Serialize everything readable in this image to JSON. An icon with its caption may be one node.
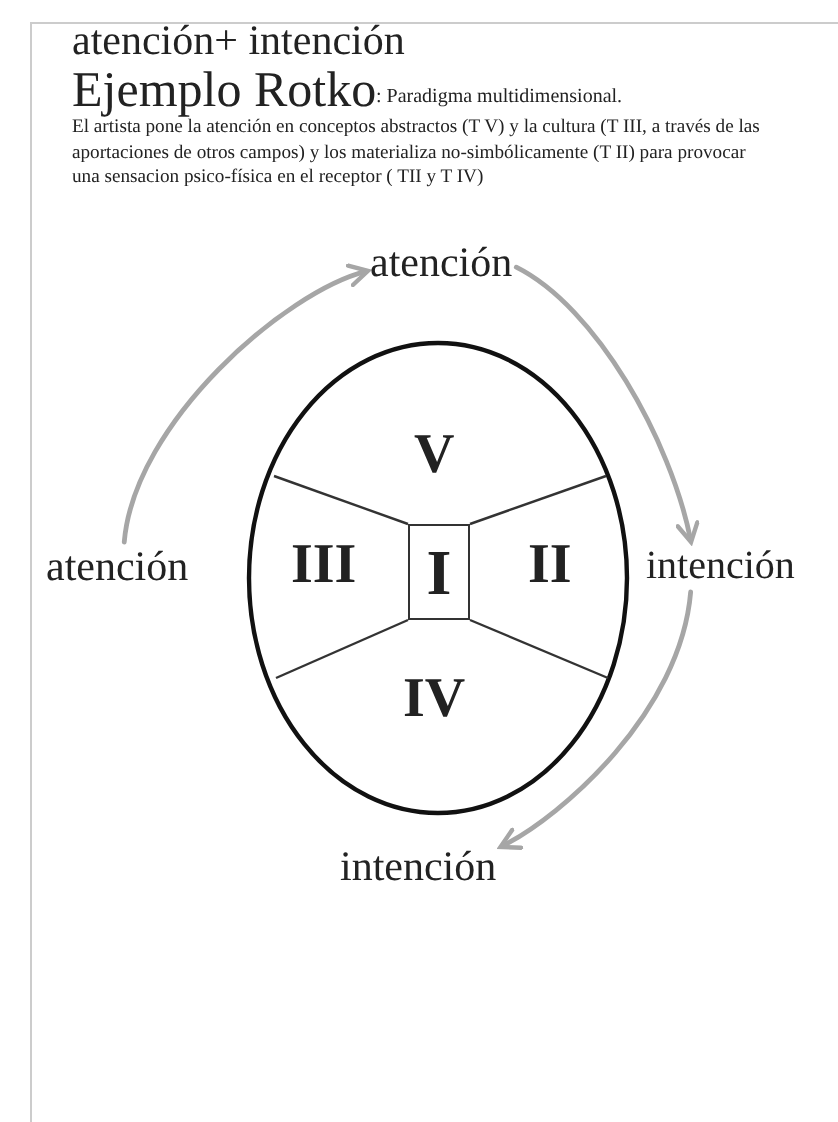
{
  "diagram": {
    "title": "atención+ intención",
    "nodes": [
      {
        "text": [
          "atención"
        ]
      },
      {
        "text": [
          "atención"
        ]
      },
      {
        "text": [],
        "shape": "circle"
      },
      {
        "text": [
          "V"
        ],
        "in": 2
      },
      {
        "text": [
          "III"
        ],
        "in": 2
      },
      {
        "text": [
          "I"
        ],
        "in": 2
      },
      {
        "text": [
          "II"
        ],
        "in": 2
      },
      {
        "text": [
          "intención"
        ]
      },
      {
        "text": [
          "IV"
        ],
        "in": 2
      },
      {
        "text": [
          "intención"
        ]
      }
    ],
    "edges": [
      {
        "from": 1,
        "to": 0,
        "arrow": "to"
      },
      {
        "from": 0,
        "to": 7,
        "arrow": "to"
      },
      {
        "from": 7,
        "to": 9,
        "arrow": "to"
      }
    ],
    "labels": [
      "Ejemplo Rotko",
      ": Paradigma multidimensional.",
      "El artista pone la atención en conceptos abstractos (T V) y la cultura (T III, a través de las aportaciones de otros campos) y los materializa no-simbólicamente (T II) para provocar una sensacion psico-física en el receptor ( TII y T IV)"
    ]
  }
}
